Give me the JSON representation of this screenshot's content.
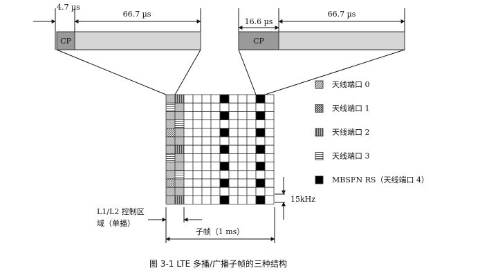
{
  "top_symbols": {
    "left": {
      "cp_duration": "4.7 µs",
      "symbol_duration": "66.7 µs",
      "cp_label": "CP"
    },
    "right": {
      "cp_duration": "16.6 µs",
      "symbol_duration": "66.7 µs",
      "cp_label": "CP"
    }
  },
  "legend": [
    {
      "label": "天线端口 0",
      "pattern": "diag"
    },
    {
      "label": "天线端口 1",
      "pattern": "cross"
    },
    {
      "label": "天线端口 2",
      "pattern": "vert"
    },
    {
      "label": "天线端口 3",
      "pattern": "horiz"
    },
    {
      "label": "MBSFN RS（天线端口 4）",
      "pattern": "solid"
    }
  ],
  "annotations": {
    "control_region_line1": "L1/L2 控制区",
    "control_region_line2": "域（单播）",
    "subcarrier_spacing": "15kHz",
    "subframe": "子帧（1 ms）"
  },
  "caption": "图 3-1    LTE 多播/广播子帧的三种结构",
  "colors": {
    "cp_fill": "#9a9a9a",
    "symbol_fill": "#d6d6d6",
    "control_fill": "#bdbdbd",
    "rs_fill": "#000000"
  }
}
